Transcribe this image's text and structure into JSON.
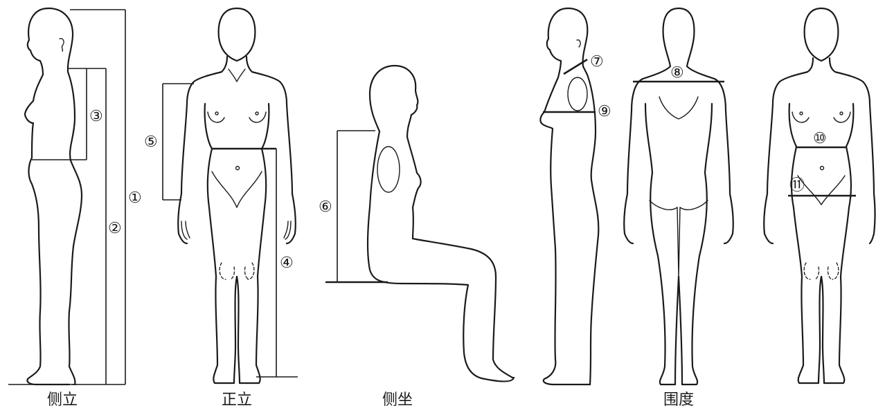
{
  "captions": {
    "side_standing": "侧立",
    "front_standing": "正立",
    "side_sitting": "侧坐",
    "girth": "围度"
  },
  "labels": {
    "n1": "①",
    "n2": "②",
    "n3": "③",
    "n4": "④",
    "n5": "⑤",
    "n6": "⑥",
    "n7": "⑦",
    "n8": "⑧",
    "n9": "⑨",
    "n10": "⑩",
    "n11": "⑪"
  }
}
